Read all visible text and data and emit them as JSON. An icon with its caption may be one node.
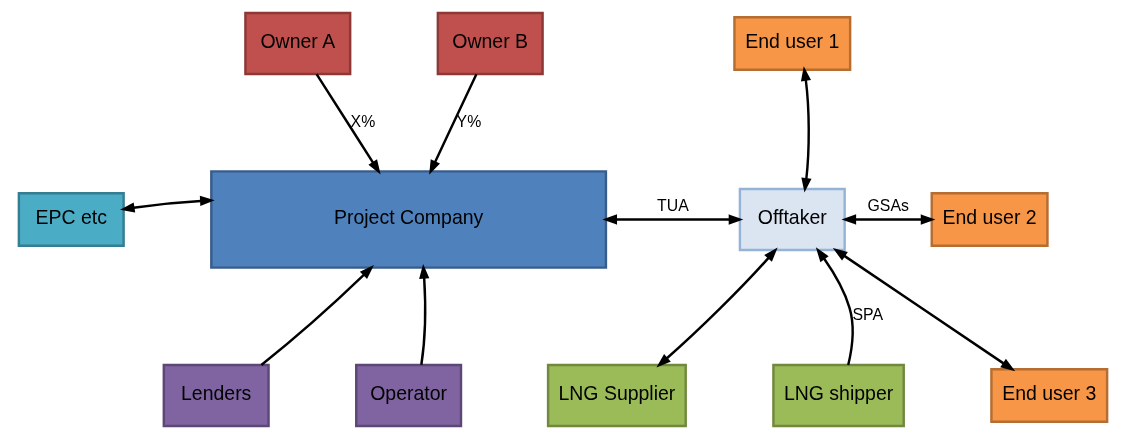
{
  "diagram": {
    "nodes": [
      {
        "text": [
          "Owner A"
        ]
      },
      {
        "text": [
          "Owner B"
        ]
      },
      {
        "text": [
          "EPC etc"
        ]
      },
      {
        "text": [
          "Project Company"
        ]
      },
      {
        "text": [
          "Offtaker"
        ]
      },
      {
        "text": [
          "End user 1"
        ]
      },
      {
        "text": [
          "End user 2"
        ]
      },
      {
        "text": [
          "End user 3"
        ]
      },
      {
        "text": [
          "Lenders"
        ]
      },
      {
        "text": [
          "Operator"
        ]
      },
      {
        "text": [
          "LNG Supplier"
        ]
      },
      {
        "text": [
          "LNG shipper"
        ]
      }
    ],
    "edges": [
      {
        "from": 0,
        "to": 3,
        "arrow": "to",
        "label": "X%"
      },
      {
        "from": 1,
        "to": 3,
        "arrow": "to",
        "label": "Y%"
      },
      {
        "from": 2,
        "to": 3,
        "arrow": "both"
      },
      {
        "from": 3,
        "to": 4,
        "arrow": "both",
        "label": "TUA"
      },
      {
        "from": 4,
        "to": 5,
        "arrow": "both"
      },
      {
        "from": 4,
        "to": 6,
        "arrow": "both",
        "label": "GSAs"
      },
      {
        "from": 4,
        "to": 7,
        "arrow": "both"
      },
      {
        "from": 8,
        "to": 3,
        "arrow": "to"
      },
      {
        "from": 9,
        "to": 3,
        "arrow": "to"
      },
      {
        "from": 10,
        "to": 4,
        "arrow": "both"
      },
      {
        "from": 11,
        "to": 4,
        "arrow": "to",
        "label": "SPA"
      }
    ]
  }
}
